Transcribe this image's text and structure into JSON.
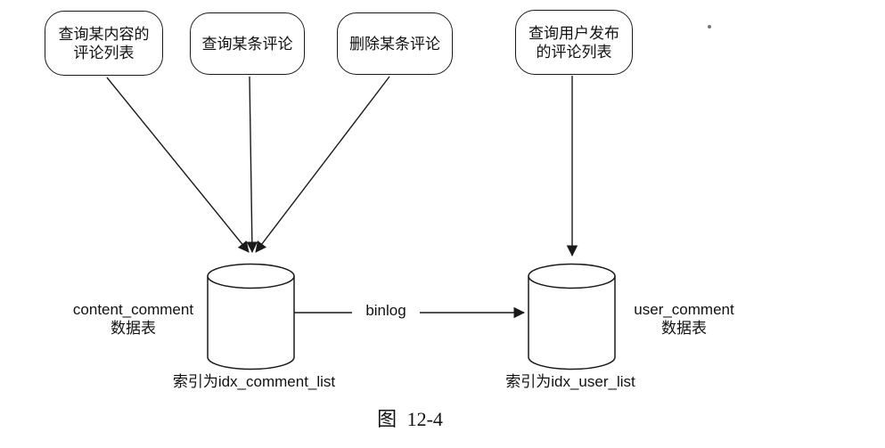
{
  "diagram": {
    "operations": [
      {
        "label_lines": [
          "查询某内容的",
          "评论列表"
        ]
      },
      {
        "label_lines": [
          "查询某条评论"
        ]
      },
      {
        "label_lines": [
          "删除某条评论"
        ]
      },
      {
        "label_lines": [
          "查询用户发布",
          "的评论列表"
        ]
      }
    ],
    "databases": [
      {
        "name": "content_comment",
        "type_label": "数据表",
        "index_label": "索引为idx_comment_list"
      },
      {
        "name": "user_comment",
        "type_label": "数据表",
        "index_label": "索引为idx_user_list"
      }
    ],
    "flow_label": "binlog",
    "caption": "图 12-4",
    "colors": {
      "line": "#1a1a1a",
      "background": "#ffffff",
      "artifact_dot": "#777777"
    }
  }
}
